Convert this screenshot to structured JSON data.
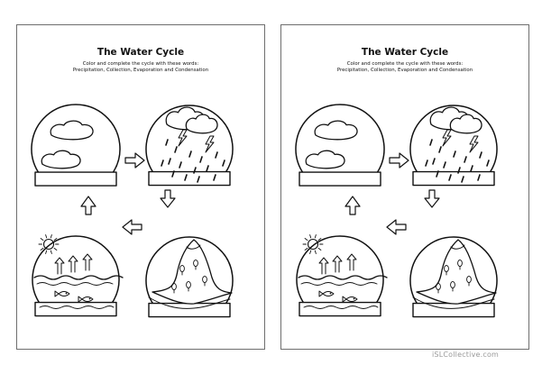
{
  "worksheet": {
    "title": "The Water Cycle",
    "instruction_line1": "Color and complete the cycle with these words:",
    "instruction_line2": "Precipitation, Collection, Evaporation and Condensation"
  },
  "watermark": "iSLCollective.com"
}
